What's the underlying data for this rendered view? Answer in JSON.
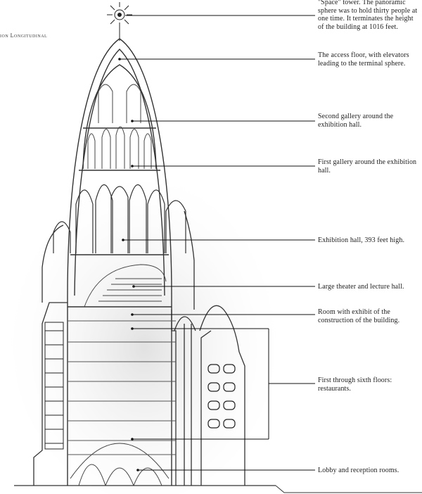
{
  "corner_caption": "ion Longitudinal",
  "labels": {
    "space_tower": "\"Space\" tower. The panoramic sphere was to hold thirty people at one time. It terminates the height of the building at 1016 feet.",
    "access_floor": "The access floor, with elevators leading to the terminal sphere.",
    "second_gallery": "Second gallery around the exhibition hall.",
    "first_gallery": "First gallery around the exhibition hall.",
    "exhibition_hall": "Exhibition hall, 393 feet high.",
    "theater": "Large theater and lecture hall.",
    "construction_room": "Room with exhibit of the construction of the building.",
    "restaurants": "First through sixth floors: restaurants.",
    "lobby": "Lobby and reception rooms."
  }
}
